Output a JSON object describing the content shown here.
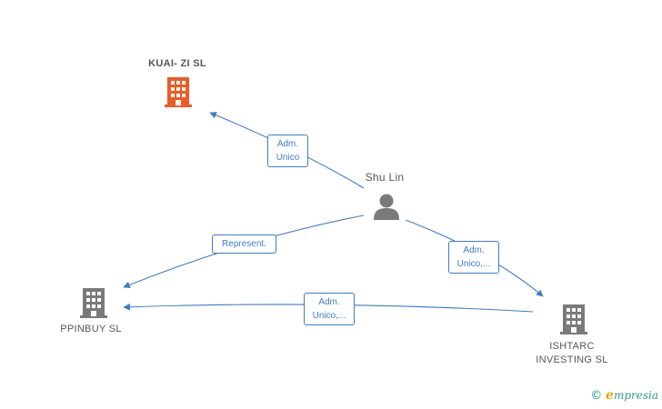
{
  "colors": {
    "edge": "#3d7cc9",
    "company_highlight": "#f05a24",
    "company": "#7a7a7a",
    "person": "#7a7a7a",
    "brand": "#2a9a8f",
    "brand_accent": "#e8a200"
  },
  "nodes": {
    "kuai_zi": {
      "label": "KUAI- ZI  SL",
      "icon": "building-icon"
    },
    "shu_lin": {
      "label": "Shu Lin",
      "icon": "person-icon"
    },
    "ppinbuy": {
      "label": "PPINBUY  SL",
      "icon": "building-icon"
    },
    "ishtarc": {
      "label": "ISHTARC\nINVESTING  SL",
      "icon": "building-icon"
    }
  },
  "edges": {
    "shu_kuai": {
      "line1": "Adm.",
      "line2": "Unico"
    },
    "shu_ppinbuy": {
      "line1": "Represent."
    },
    "shu_ishtarc": {
      "line1": "Adm.",
      "line2": "Unico,..."
    },
    "ishtarc_ppinbuy": {
      "line1": "Adm.",
      "line2": "Unico,..."
    }
  },
  "brand": {
    "copyright": "©",
    "initial": "e",
    "name": "mpresia"
  }
}
